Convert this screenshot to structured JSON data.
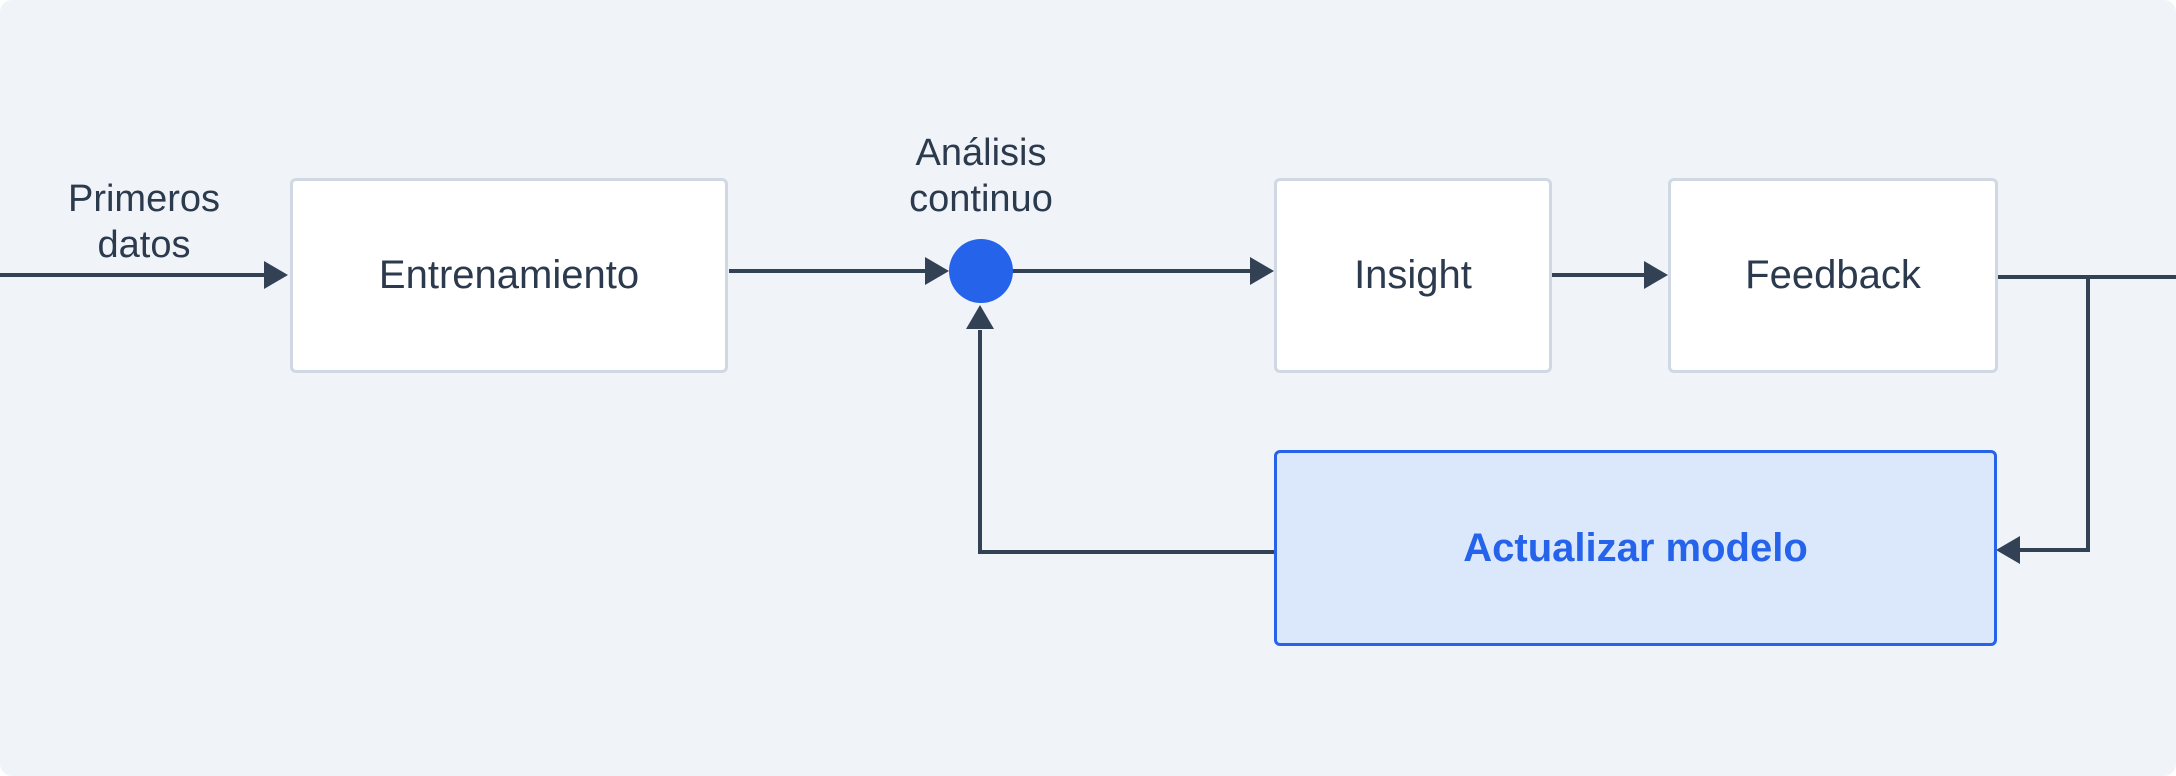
{
  "diagram": {
    "input_label": "Primeros\ndatos",
    "node_label": "Análisis\ncontinuo",
    "boxes": {
      "training": "Entrenamiento",
      "insight": "Insight",
      "feedback": "Feedback",
      "update": "Actualizar modelo"
    },
    "colors": {
      "background": "#f0f4f9",
      "line": "#334155",
      "accent": "#2563eb",
      "highlight_fill": "#dbe8fc",
      "box_border": "#cfd8e3",
      "text": "#2c3a4e"
    }
  }
}
